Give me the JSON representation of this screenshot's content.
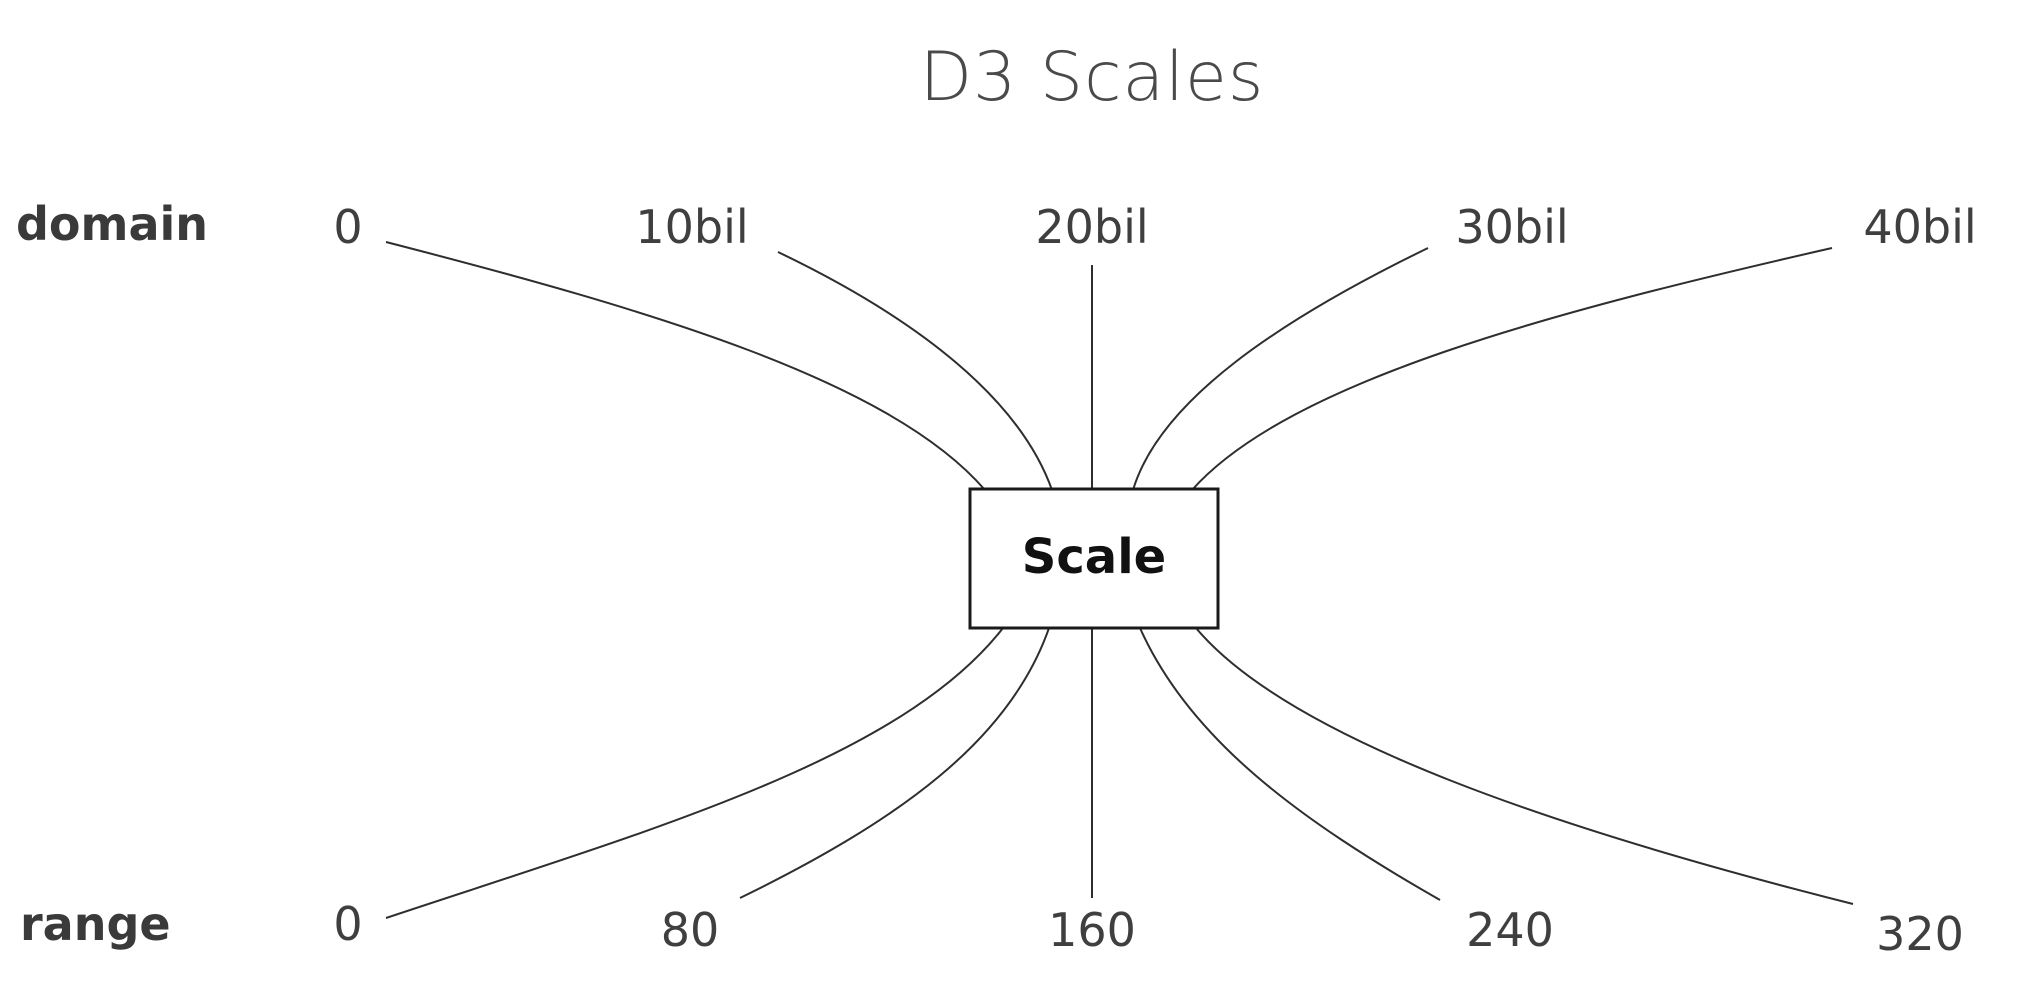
{
  "title": "D3 Scales",
  "domain_label": "domain",
  "range_label": "range",
  "box_label": "Scale",
  "domain_ticks": [
    "0",
    "10bil",
    "20bil",
    "30bil",
    "40bil"
  ],
  "range_ticks": [
    "0",
    "80",
    "160",
    "240",
    "320"
  ],
  "colors": {
    "line": "#2e2e2e",
    "text": "#3a3a3a",
    "box_border": "#1a1a1a"
  }
}
